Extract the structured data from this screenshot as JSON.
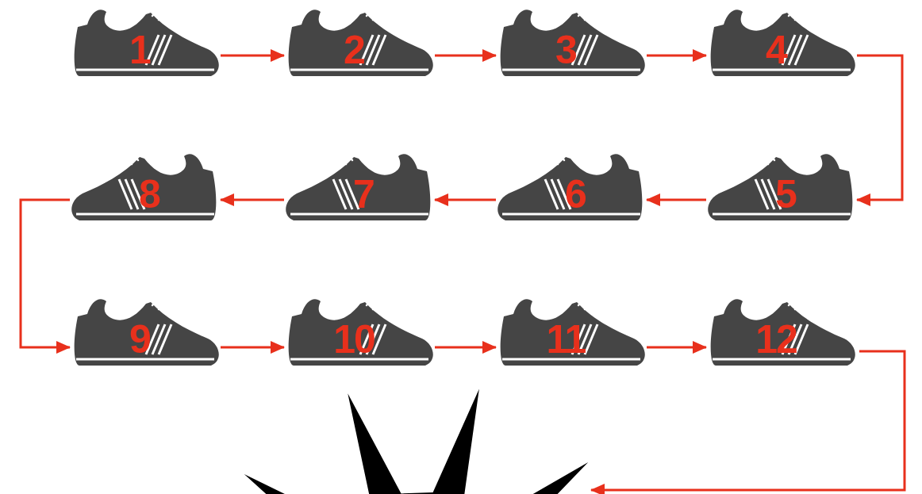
{
  "diagram": {
    "nodes": [
      {
        "text": [
          "1"
        ]
      },
      {
        "text": [
          "2"
        ]
      },
      {
        "text": [
          "3"
        ]
      },
      {
        "text": [
          "4"
        ]
      },
      {
        "text": [
          "5"
        ]
      },
      {
        "text": [
          "6"
        ]
      },
      {
        "text": [
          "7"
        ]
      },
      {
        "text": [
          "8"
        ]
      },
      {
        "text": [
          "9"
        ]
      },
      {
        "text": [
          "10"
        ]
      },
      {
        "text": [
          "11"
        ]
      },
      {
        "text": [
          "12"
        ]
      }
    ],
    "edges": [
      {
        "from": 0,
        "to": 1,
        "arrow": "to"
      },
      {
        "from": 1,
        "to": 2,
        "arrow": "to"
      },
      {
        "from": 2,
        "to": 3,
        "arrow": "to"
      },
      {
        "from": 3,
        "to": 4,
        "arrow": "to"
      },
      {
        "from": 4,
        "to": 5,
        "arrow": "to"
      },
      {
        "from": 5,
        "to": 6,
        "arrow": "to"
      },
      {
        "from": 6,
        "to": 7,
        "arrow": "to"
      },
      {
        "from": 7,
        "to": 8,
        "arrow": "to"
      },
      {
        "from": 8,
        "to": 9,
        "arrow": "to"
      },
      {
        "from": 9,
        "to": 10,
        "arrow": "to"
      },
      {
        "from": 10,
        "to": 11,
        "arrow": "to"
      }
    ]
  }
}
